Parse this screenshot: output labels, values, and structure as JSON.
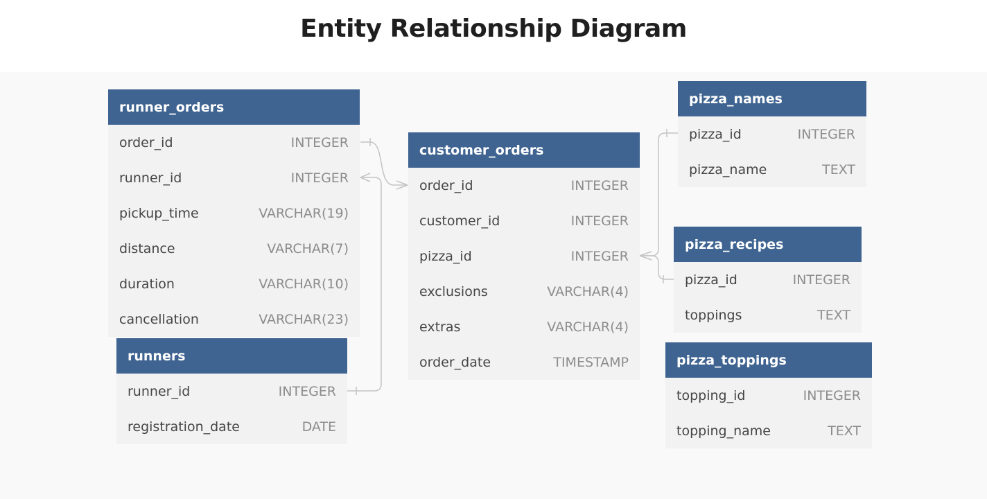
{
  "title": "Entity Relationship Diagram",
  "tables": {
    "runner_orders": {
      "name": "runner_orders",
      "columns": [
        {
          "name": "order_id",
          "type": "INTEGER"
        },
        {
          "name": "runner_id",
          "type": "INTEGER"
        },
        {
          "name": "pickup_time",
          "type": "VARCHAR(19)"
        },
        {
          "name": "distance",
          "type": "VARCHAR(7)"
        },
        {
          "name": "duration",
          "type": "VARCHAR(10)"
        },
        {
          "name": "cancellation",
          "type": "VARCHAR(23)"
        }
      ]
    },
    "runners": {
      "name": "runners",
      "columns": [
        {
          "name": "runner_id",
          "type": "INTEGER"
        },
        {
          "name": "registration_date",
          "type": "DATE"
        }
      ]
    },
    "customer_orders": {
      "name": "customer_orders",
      "columns": [
        {
          "name": "order_id",
          "type": "INTEGER"
        },
        {
          "name": "customer_id",
          "type": "INTEGER"
        },
        {
          "name": "pizza_id",
          "type": "INTEGER"
        },
        {
          "name": "exclusions",
          "type": "VARCHAR(4)"
        },
        {
          "name": "extras",
          "type": "VARCHAR(4)"
        },
        {
          "name": "order_date",
          "type": "TIMESTAMP"
        }
      ]
    },
    "pizza_names": {
      "name": "pizza_names",
      "columns": [
        {
          "name": "pizza_id",
          "type": "INTEGER"
        },
        {
          "name": "pizza_name",
          "type": "TEXT"
        }
      ]
    },
    "pizza_recipes": {
      "name": "pizza_recipes",
      "columns": [
        {
          "name": "pizza_id",
          "type": "INTEGER"
        },
        {
          "name": "toppings",
          "type": "TEXT"
        }
      ]
    },
    "pizza_toppings": {
      "name": "pizza_toppings",
      "columns": [
        {
          "name": "topping_id",
          "type": "INTEGER"
        },
        {
          "name": "topping_name",
          "type": "TEXT"
        }
      ]
    }
  },
  "colors": {
    "header": "#3f6491",
    "body": "#f2f2f2",
    "connector": "#c4c4c4",
    "canvas": "#f9f9f9"
  }
}
